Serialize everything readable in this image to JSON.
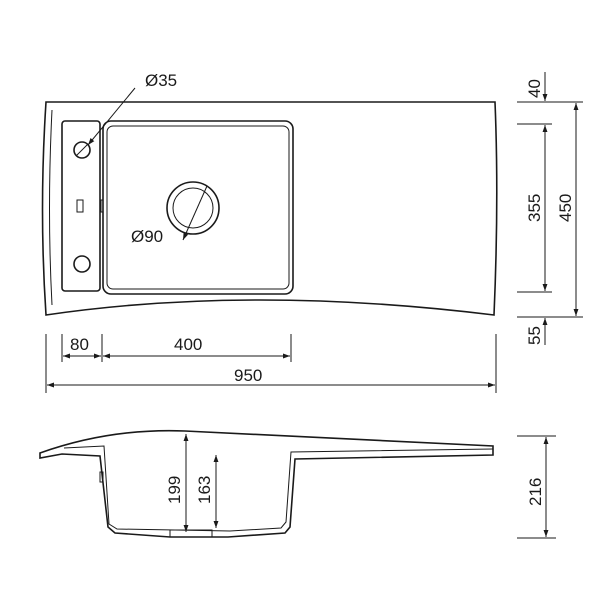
{
  "top_view": {
    "tap_hole_label": "Ø35",
    "drain_label": "Ø90",
    "dim_left_shelf": "80",
    "dim_bowl_width": "400",
    "dim_total_width": "950",
    "dim_top_edge": "40",
    "dim_bowl_depth": "355",
    "dim_total_depth": "450",
    "dim_front_edge": "55"
  },
  "section_view": {
    "dim_outer_height": "199",
    "dim_inner_height": "163",
    "dim_total_height": "216"
  }
}
